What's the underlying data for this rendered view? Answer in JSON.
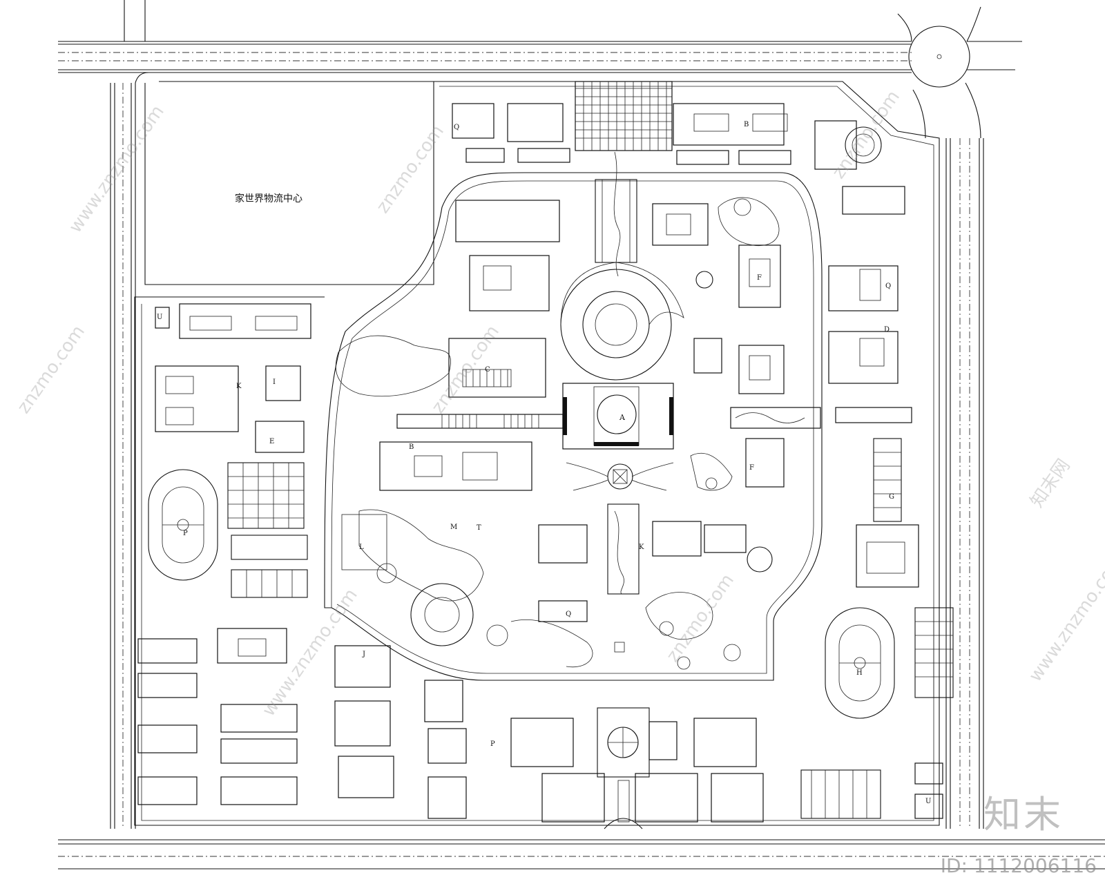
{
  "labels": {
    "logistics_center": "家世界物流中心"
  },
  "building_codes": {
    "a": "A",
    "b1": "B",
    "b2": "B",
    "c": "C",
    "d": "D",
    "e": "E",
    "f1": "F",
    "f2": "F",
    "g": "G",
    "h": "H",
    "i": "I",
    "j": "J",
    "k1": "K",
    "k2": "K",
    "l": "L",
    "m": "M",
    "p1": "P",
    "p2": "P",
    "q1": "Q",
    "q2": "Q",
    "q3": "Q",
    "t": "T",
    "u1": "U",
    "u2": "U"
  },
  "watermarks": {
    "site_text": "znzmo.com",
    "site_text_full": "www.znzmo.com",
    "brand_text": "知末网",
    "corner_logo": "知末",
    "corner_id": "ID: 1112006116"
  }
}
